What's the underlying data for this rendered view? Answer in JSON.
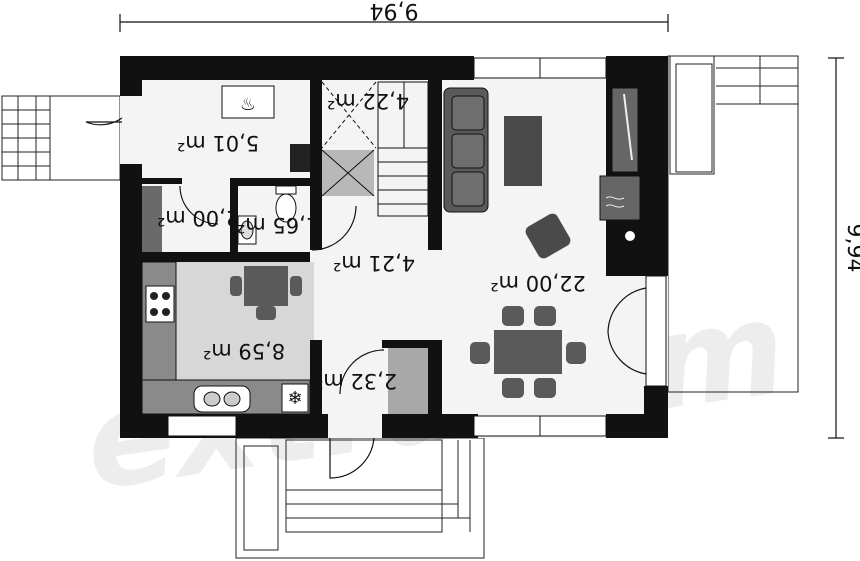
{
  "dimensions": {
    "width_label": "9,94",
    "height_label": "9,94"
  },
  "watermark": "extradom",
  "rooms": [
    {
      "id": "hall-entry",
      "area": "5,01 m²"
    },
    {
      "id": "stairs",
      "area": "4,22 m²"
    },
    {
      "id": "storage",
      "area": "2,00 m²"
    },
    {
      "id": "wc",
      "area": "1,65 m²"
    },
    {
      "id": "corridor",
      "area": "4,21 m²"
    },
    {
      "id": "living-dining",
      "area": "22,00 m²"
    },
    {
      "id": "kitchen",
      "area": "8,59 m²"
    },
    {
      "id": "utility",
      "area": "2,32 m²"
    }
  ],
  "colors": {
    "wall": "#111111",
    "floor": "#f4f4f4",
    "kitchen_floor": "#d7d7d7",
    "furniture": "#5a5a5a"
  },
  "icons": [
    "fireplace-icon",
    "stove-icon",
    "sink-icon",
    "snowflake-icon",
    "toilet-icon"
  ]
}
